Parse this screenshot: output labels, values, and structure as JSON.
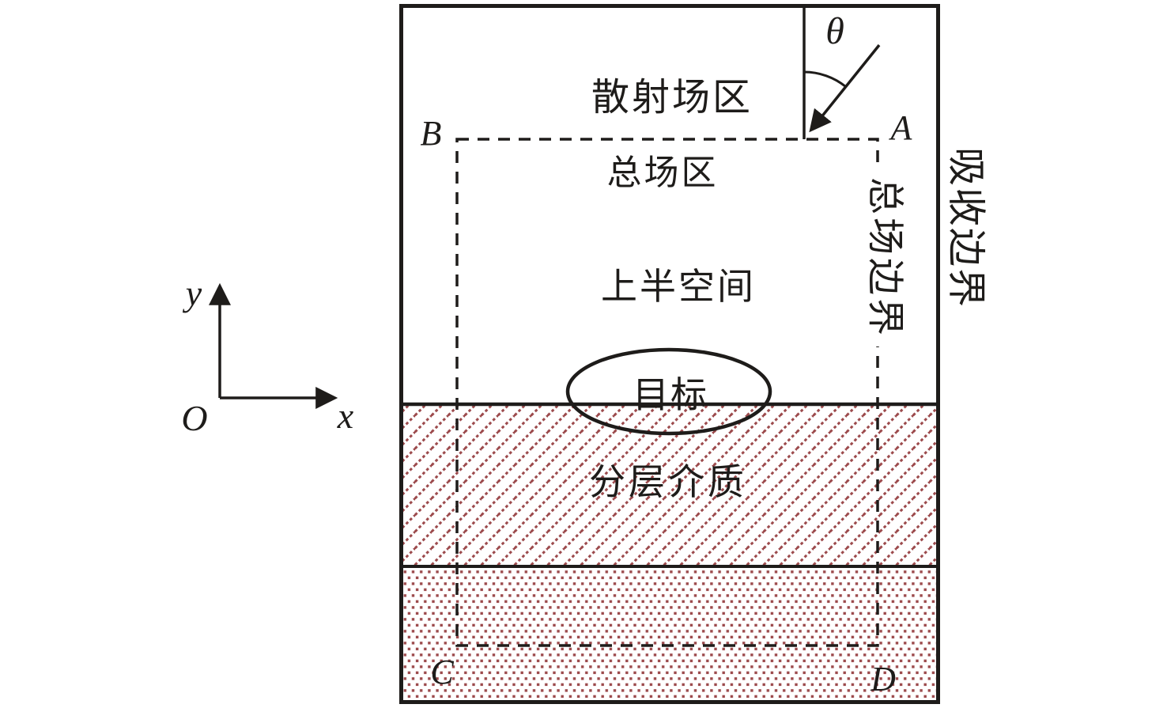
{
  "figure": {
    "regions": {
      "scattered_field_label": "散射场区",
      "total_field_label": "总场区",
      "upper_half_space_label": "上半空间",
      "target_label": "目标",
      "layered_medium_label": "分层介质"
    },
    "boundaries": {
      "absorbing_boundary_label": "吸收边界",
      "total_field_boundary_label": "总场边界"
    },
    "corners": {
      "top_left": "B",
      "top_right": "A",
      "bottom_left": "C",
      "bottom_right": "D"
    },
    "incident_angle_label": "θ",
    "axes": {
      "y_label": "y",
      "x_label": "x",
      "origin_label": "O"
    },
    "colors": {
      "ink": "#1e1c1a",
      "medium_hatch": "#9c4a4c",
      "background": "#ffffff"
    }
  }
}
